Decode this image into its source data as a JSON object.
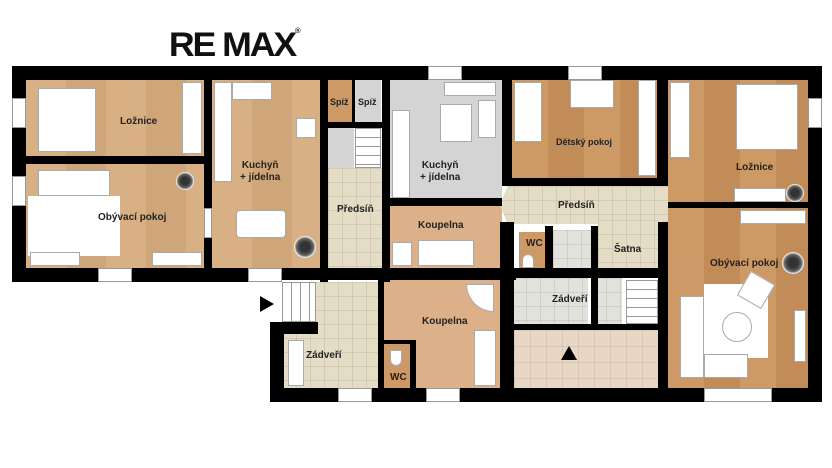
{
  "brand": {
    "logo_text": "RE/MAX",
    "logo_display": "RE MAX"
  },
  "floorplan": {
    "colors": {
      "wall": "#000000",
      "wood": "#d6ab7d",
      "wood_dark": "#c9925b",
      "tile": "#e5dcc6",
      "grey_floor": "#d4d4d4",
      "bathroom": "#dcb088",
      "terrace": "#e8d7c4"
    },
    "rooms": [
      {
        "id": "loznice-1",
        "label": "Ložnice"
      },
      {
        "id": "obyvaci-pokoj-1",
        "label": "Obývací pokoj"
      },
      {
        "id": "kuchyn-1",
        "label_line1": "Kuchyň",
        "label_line2": "+ jídelna"
      },
      {
        "id": "spiz-1",
        "label": "Spíž"
      },
      {
        "id": "spiz-2",
        "label": "Spíž"
      },
      {
        "id": "predsin-1",
        "label": "Předsíň"
      },
      {
        "id": "kuchyn-2",
        "label_line1": "Kuchyň",
        "label_line2": "+ jídelna"
      },
      {
        "id": "koupelna-1",
        "label": "Koupelna"
      },
      {
        "id": "detsky-pokoj",
        "label": "Dětský pokoj"
      },
      {
        "id": "predsin-2",
        "label": "Předsíň"
      },
      {
        "id": "wc-1",
        "label": "WC"
      },
      {
        "id": "satna",
        "label": "Šatna"
      },
      {
        "id": "loznice-2",
        "label": "Ložnice"
      },
      {
        "id": "obyvaci-pokoj-2",
        "label": "Obývací pokoj"
      },
      {
        "id": "zadveri-1",
        "label": "Zádveří"
      },
      {
        "id": "koupelna-2",
        "label": "Koupelna"
      },
      {
        "id": "wc-2",
        "label": "WC"
      },
      {
        "id": "zadveri-2",
        "label": "Zádveří"
      }
    ],
    "entrances": [
      {
        "id": "entrance-west",
        "direction": "right"
      },
      {
        "id": "entrance-south",
        "direction": "up"
      }
    ]
  }
}
